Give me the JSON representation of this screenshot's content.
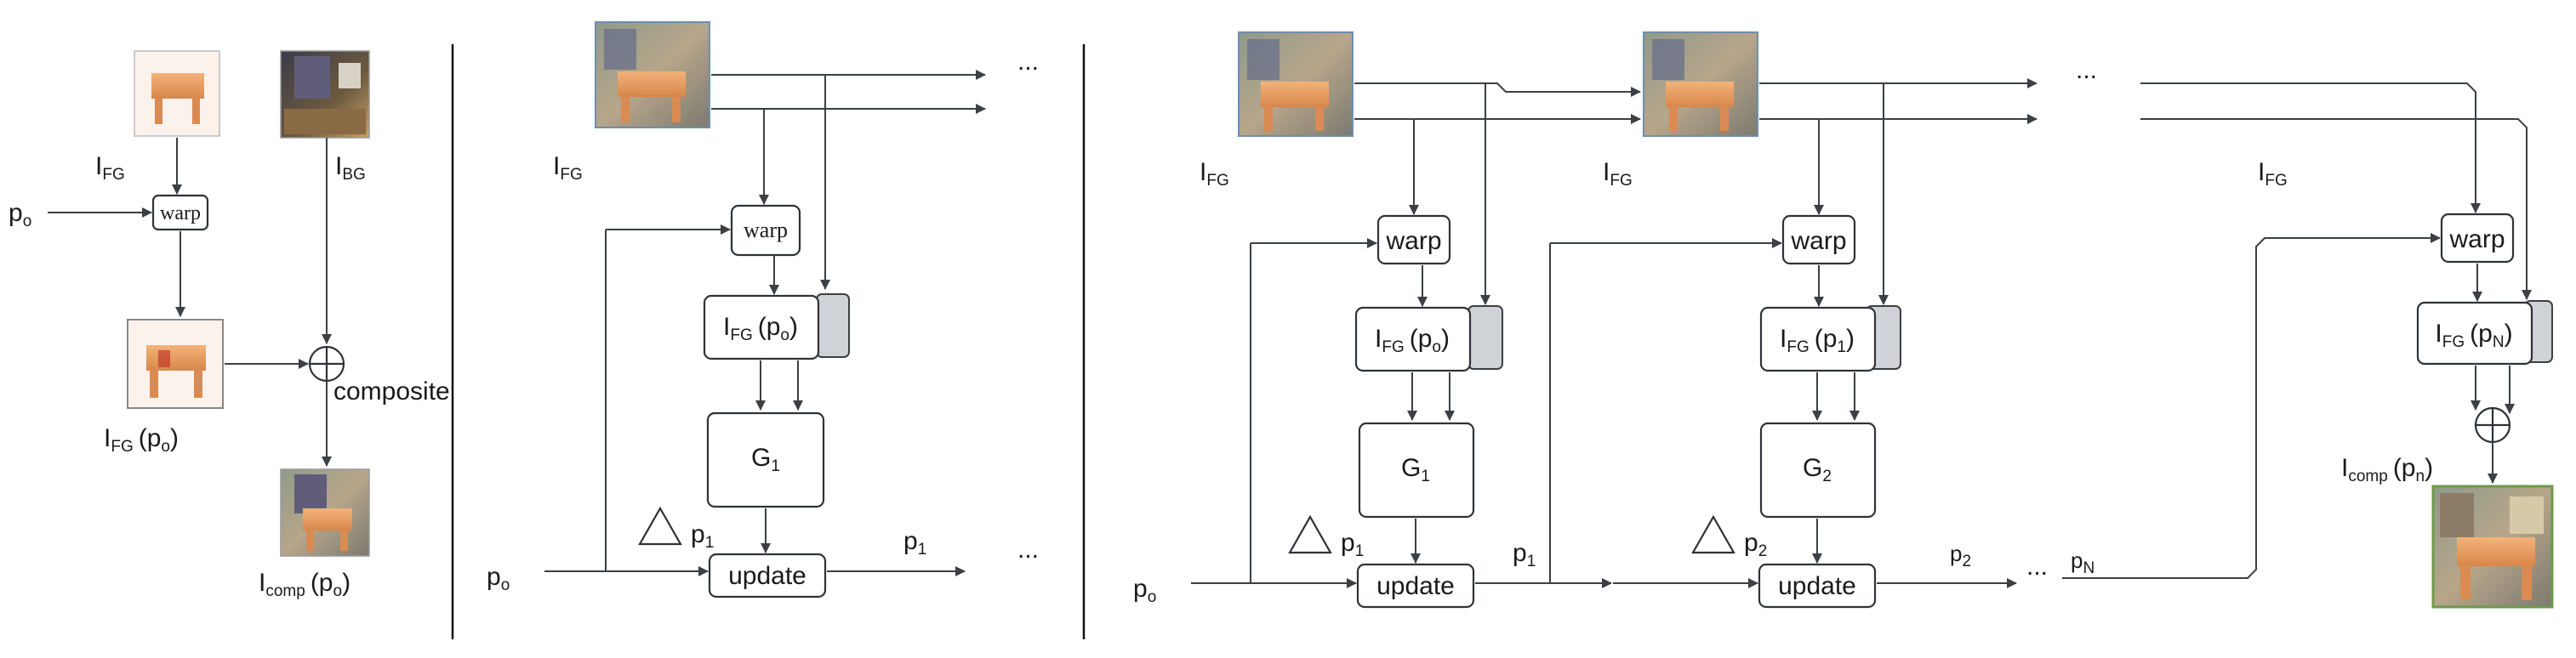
{
  "panel_a": {
    "fg_label_main": "I",
    "fg_label_sub": "FG",
    "bg_label_main": "I",
    "bg_label_sub": "BG",
    "pose_main": "p",
    "pose_sub": "o",
    "warp": "warp",
    "fgp_main": "I",
    "fgp_sub": "FG",
    "fgp_arg": "(p",
    "fgp_arg_sub": "o",
    "fgp_close": ")",
    "composite": "composite",
    "comp_main": "I",
    "comp_sub": "comp",
    "comp_arg": "(p",
    "comp_arg_sub": "o",
    "comp_close": ")"
  },
  "panel_b": {
    "fg_label_main": "I",
    "fg_label_sub": "FG",
    "warp": "warp",
    "fgp_main": "I",
    "fgp_sub": "FG",
    "fgp_arg": "(p",
    "fgp_arg_sub": "o",
    "fgp_close": ")",
    "gen_main": "G",
    "gen_sub": "1",
    "delta_main": "p",
    "delta_sub": "1",
    "update": "update",
    "out_main": "p",
    "out_sub": "1",
    "pose_main": "p",
    "pose_sub": "o",
    "ellipsis_top": "...",
    "ellipsis_bottom": "..."
  },
  "panel_c": {
    "fg1_label_main": "I",
    "fg1_label_sub": "FG",
    "fg2_label_main": "I",
    "fg2_label_sub": "FG",
    "fg3_label_main": "I",
    "fg3_label_sub": "FG",
    "warp1": "warp",
    "warp2": "warp",
    "warp3": "warp",
    "fgp1_main": "I",
    "fgp1_sub": "FG",
    "fgp1_arg": "(p",
    "fgp1_arg_sub": "o",
    "fgp1_close": ")",
    "fgp2_main": "I",
    "fgp2_sub": "FG",
    "fgp2_arg": "(p",
    "fgp2_arg_sub": "1",
    "fgp2_close": ")",
    "fgp3_main": "I",
    "fgp3_sub": "FG",
    "fgp3_arg": "(p",
    "fgp3_arg_sub": "N",
    "fgp3_close": ")",
    "gen1_main": "G",
    "gen1_sub": "1",
    "gen2_main": "G",
    "gen2_sub": "2",
    "delta1_main": "p",
    "delta1_sub": "1",
    "delta2_main": "p",
    "delta2_sub": "2",
    "update1": "update",
    "update2": "update",
    "pose_main": "p",
    "pose_sub": "o",
    "p1_main": "p",
    "p1_sub": "1",
    "p2_main": "p",
    "p2_sub": "2",
    "pn_main": "p",
    "pn_sub": "N",
    "comp_main": "I",
    "comp_sub": "comp",
    "comp_arg": "(p",
    "comp_arg_sub": "n",
    "comp_close": ")",
    "ellipsis_top": "...",
    "ellipsis_bottom": "..."
  }
}
